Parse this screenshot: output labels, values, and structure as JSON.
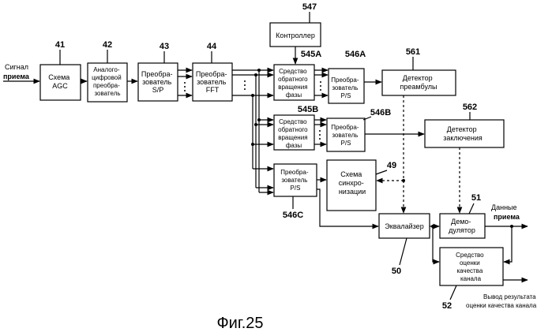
{
  "input_label": [
    "Сигнал",
    "приема"
  ],
  "output_data_label": [
    "Данные",
    "приема"
  ],
  "output_quality_label": [
    "Вывод результата",
    "оценки качества канала"
  ],
  "figure_caption": "Фиг.25",
  "blocks": {
    "agc": {
      "ref": "41",
      "lines": [
        "Схема",
        "AGC"
      ]
    },
    "adc": {
      "ref": "42",
      "lines": [
        "Аналого-",
        "цифровой",
        "преобра-",
        "зователь"
      ]
    },
    "sp": {
      "ref": "43",
      "lines": [
        "Преобра-",
        "зователь",
        "S/P"
      ]
    },
    "fft": {
      "ref": "44",
      "lines": [
        "Преобра-",
        "зователь",
        "FFT"
      ]
    },
    "controller": {
      "ref": "547",
      "lines": [
        "Контроллер"
      ]
    },
    "rot_a": {
      "ref": "545A",
      "lines": [
        "Средство",
        "обратного",
        "вращения",
        "фазы"
      ]
    },
    "ps_a": {
      "ref": "546A",
      "lines": [
        "Преобра-",
        "зователь",
        "P/S"
      ]
    },
    "preamble": {
      "ref": "561",
      "lines": [
        "Детектор",
        "преамбулы"
      ]
    },
    "rot_b": {
      "ref": "545B",
      "lines": [
        "Средство",
        "обратного",
        "вращения",
        "фазы"
      ]
    },
    "ps_b": {
      "ref": "546B",
      "lines": [
        "Преобра-",
        "зователь",
        "P/S"
      ]
    },
    "conclusion": {
      "ref": "562",
      "lines": [
        "Детектор",
        "заключения"
      ]
    },
    "ps_c": {
      "ref": "546C",
      "lines": [
        "Преобра-",
        "зователь",
        "P/S"
      ]
    },
    "sync": {
      "ref": "49",
      "lines": [
        "Схема",
        "синхро-",
        "низации"
      ]
    },
    "equalizer": {
      "ref": "50",
      "lines": [
        "Эквалайзер"
      ]
    },
    "demod": {
      "ref": "51",
      "lines": [
        "Демо-",
        "дулятор"
      ]
    },
    "quality": {
      "ref": "52",
      "lines": [
        "Средство",
        "оценки",
        "качества",
        "канала"
      ]
    }
  }
}
